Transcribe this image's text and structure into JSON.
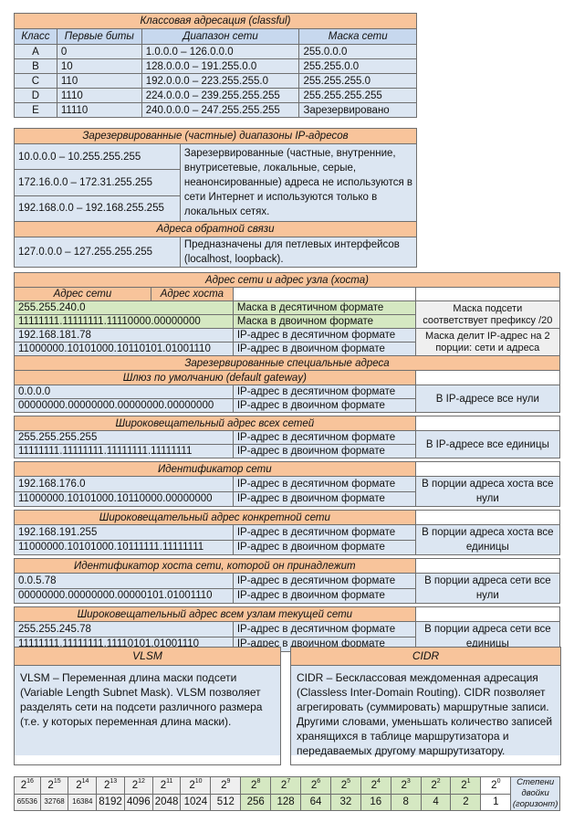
{
  "classful": {
    "title": "Классовая адресация (classful)",
    "headers": [
      "Класс",
      "Первые биты",
      "Диапазон сети",
      "Маска сети"
    ],
    "rows": [
      [
        "A",
        "0",
        "1.0.0.0 – 126.0.0.0",
        "255.0.0.0"
      ],
      [
        "B",
        "10",
        "128.0.0.0 – 191.255.0.0",
        "255.255.0.0"
      ],
      [
        "C",
        "110",
        "192.0.0.0 – 223.255.255.0",
        "255.255.255.0"
      ],
      [
        "D",
        "1110",
        "224.0.0.0 – 239.255.255.255",
        "255.255.255.255"
      ],
      [
        "E",
        "11110",
        "240.0.0.0 – 247.255.255.255",
        "Зарезервировано"
      ]
    ]
  },
  "reserved": {
    "title": "Зарезервированные (частные) диапазоны IP-адресов",
    "ranges": [
      "10.0.0.0 – 10.255.255.255",
      "172.16.0.0 – 172.31.255.255",
      "192.168.0.0 – 192.168.255.255"
    ],
    "description": "Зарезервированные (частные, внутренние, внутрисетевые, локальные, серые, неанонсированные) адреса не используются в сети Интернет и используются только в локальных сетях.",
    "loopback_title": "Адреса обратной связи",
    "loopback_range": "127.0.0.0 – 127.255.255.255",
    "loopback_description": "Предназначены для петлевых интерфейсов (localhost, loopback)."
  },
  "net_host": {
    "title": "Адрес сети и адрес узла (хоста)",
    "col_net": "Адрес сети",
    "col_host": "Адрес хоста",
    "mask_dec": "255.255.240.0",
    "mask_dec_label": "Маска в десятичном формате",
    "mask_bin": "11111111.11111111.11110000.00000000",
    "mask_bin_label": "Маска в двоичном формате",
    "mask_note": "Маска подсети соответствует префиксу /20",
    "ip_dec": "192.168.181.78",
    "ip_dec_label": "IP-адрес в десятичном формате",
    "ip_bin": "11000000.10101000.10110101.01001110",
    "ip_bin_label": "IP-адрес в двоичном формате",
    "ip_note": "Маска делит IP-адрес на 2 порции: сети и адреса"
  },
  "special": {
    "title": "Зарезервированные специальные адреса",
    "dec_label": "IP-адрес в десятичном формате",
    "bin_label": "IP-адрес в двоичном формате",
    "groups": [
      {
        "title": "Шлюз по умолчанию (default gateway)",
        "dec": "0.0.0.0",
        "bin": "00000000.00000000.00000000.00000000",
        "note": "В IP-адресе все нули"
      },
      {
        "title": "Широковещательный адрес всех сетей",
        "dec": "255.255.255.255",
        "bin": "11111111.11111111.11111111.11111111",
        "note": "В IP-адресе все единицы"
      },
      {
        "title": "Идентификатор сети",
        "dec": "192.168.176.0",
        "bin": "11000000.10101000.10110000.00000000",
        "note": "В порции адреса хоста все нули"
      },
      {
        "title": "Широковещательный адрес конкретной сети",
        "dec": "192.168.191.255",
        "bin": "11000000.10101000.10111111.11111111",
        "note": "В порции адреса хоста все единицы"
      },
      {
        "title": "Идентификатор хоста сети, которой он принадлежит",
        "dec": "0.0.5.78",
        "bin": "00000000.00000000.00000101.01001110",
        "note": "В порции адреса сети все нули"
      },
      {
        "title": "Широковещательный адрес всем узлам текущей сети",
        "dec": "255.255.245.78",
        "bin": "11111111.11111111.11110101.01001110",
        "note": "В порции адреса сети все единицы"
      }
    ]
  },
  "vlsm": {
    "title": "VLSM",
    "text": "VLSM – Переменная длина маски подсети (Variable Length Subnet Mask). VLSM позволяет разделять сети на подсети различного размера (т.е. у которых переменная длина маски)."
  },
  "cidr": {
    "title": "CIDR",
    "text": "CIDR – Бесклассовая междоменная адресация (Classless Inter-Domain Routing). CIDR позволяет агрегировать (суммировать) маршрутные записи. Другими словами, уменьшать количество записей хранящихся в таблице маршрутизатора и передаваемых другому маршрутизатору."
  },
  "powers": {
    "base": "2",
    "exponents": [
      "16",
      "15",
      "14",
      "13",
      "12",
      "11",
      "10",
      "9",
      "8",
      "7",
      "6",
      "5",
      "4",
      "3",
      "2",
      "1",
      "0"
    ],
    "values": [
      "65536",
      "32768",
      "16384",
      "8192",
      "4096",
      "2048",
      "1024",
      "512",
      "256",
      "128",
      "64",
      "32",
      "16",
      "8",
      "4",
      "2",
      "1"
    ],
    "caption": "Степени двойки (горизонт)"
  }
}
